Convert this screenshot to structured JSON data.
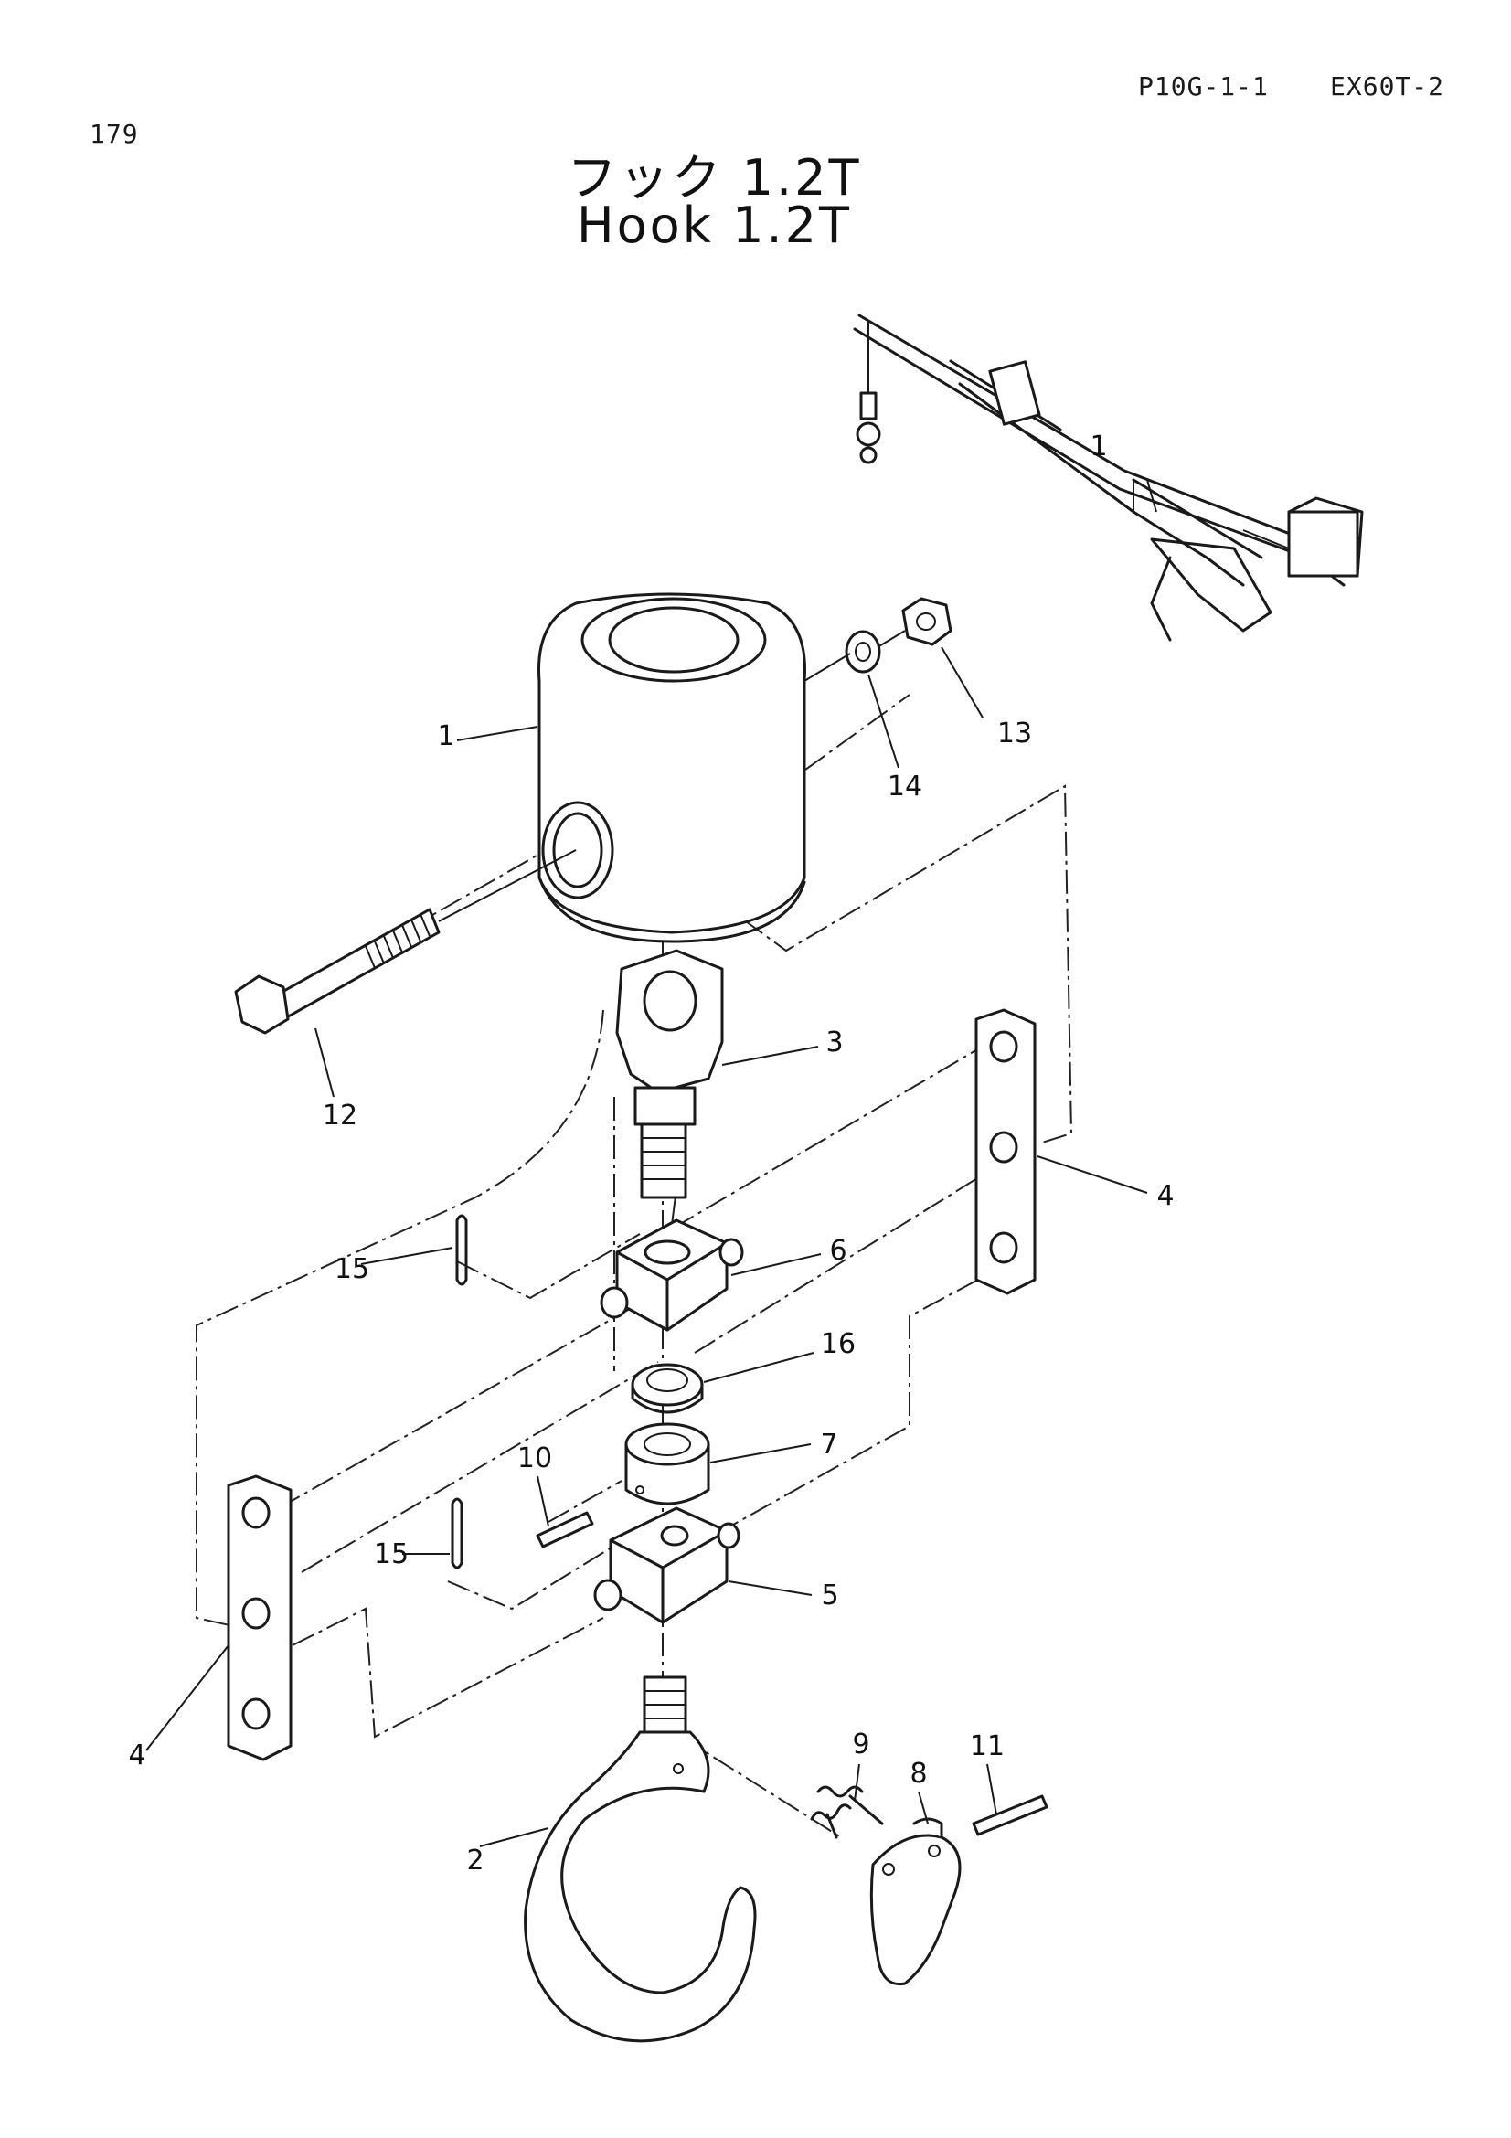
{
  "header": {
    "page_number": "179",
    "ref_code": "P10G-1-1",
    "model": "EX60T-2"
  },
  "title": {
    "japanese": "フック 1.2T",
    "english": "Hook 1.2T"
  },
  "inset": {
    "label": "1"
  },
  "callouts": {
    "c1": "1",
    "c2": "2",
    "c3": "3",
    "c4a": "4",
    "c4b": "4",
    "c5": "5",
    "c6": "6",
    "c7": "7",
    "c8": "8",
    "c9": "9",
    "c10": "10",
    "c11": "11",
    "c12": "12",
    "c13": "13",
    "c14": "14",
    "c15a": "15",
    "c15b": "15",
    "c16": "16"
  }
}
